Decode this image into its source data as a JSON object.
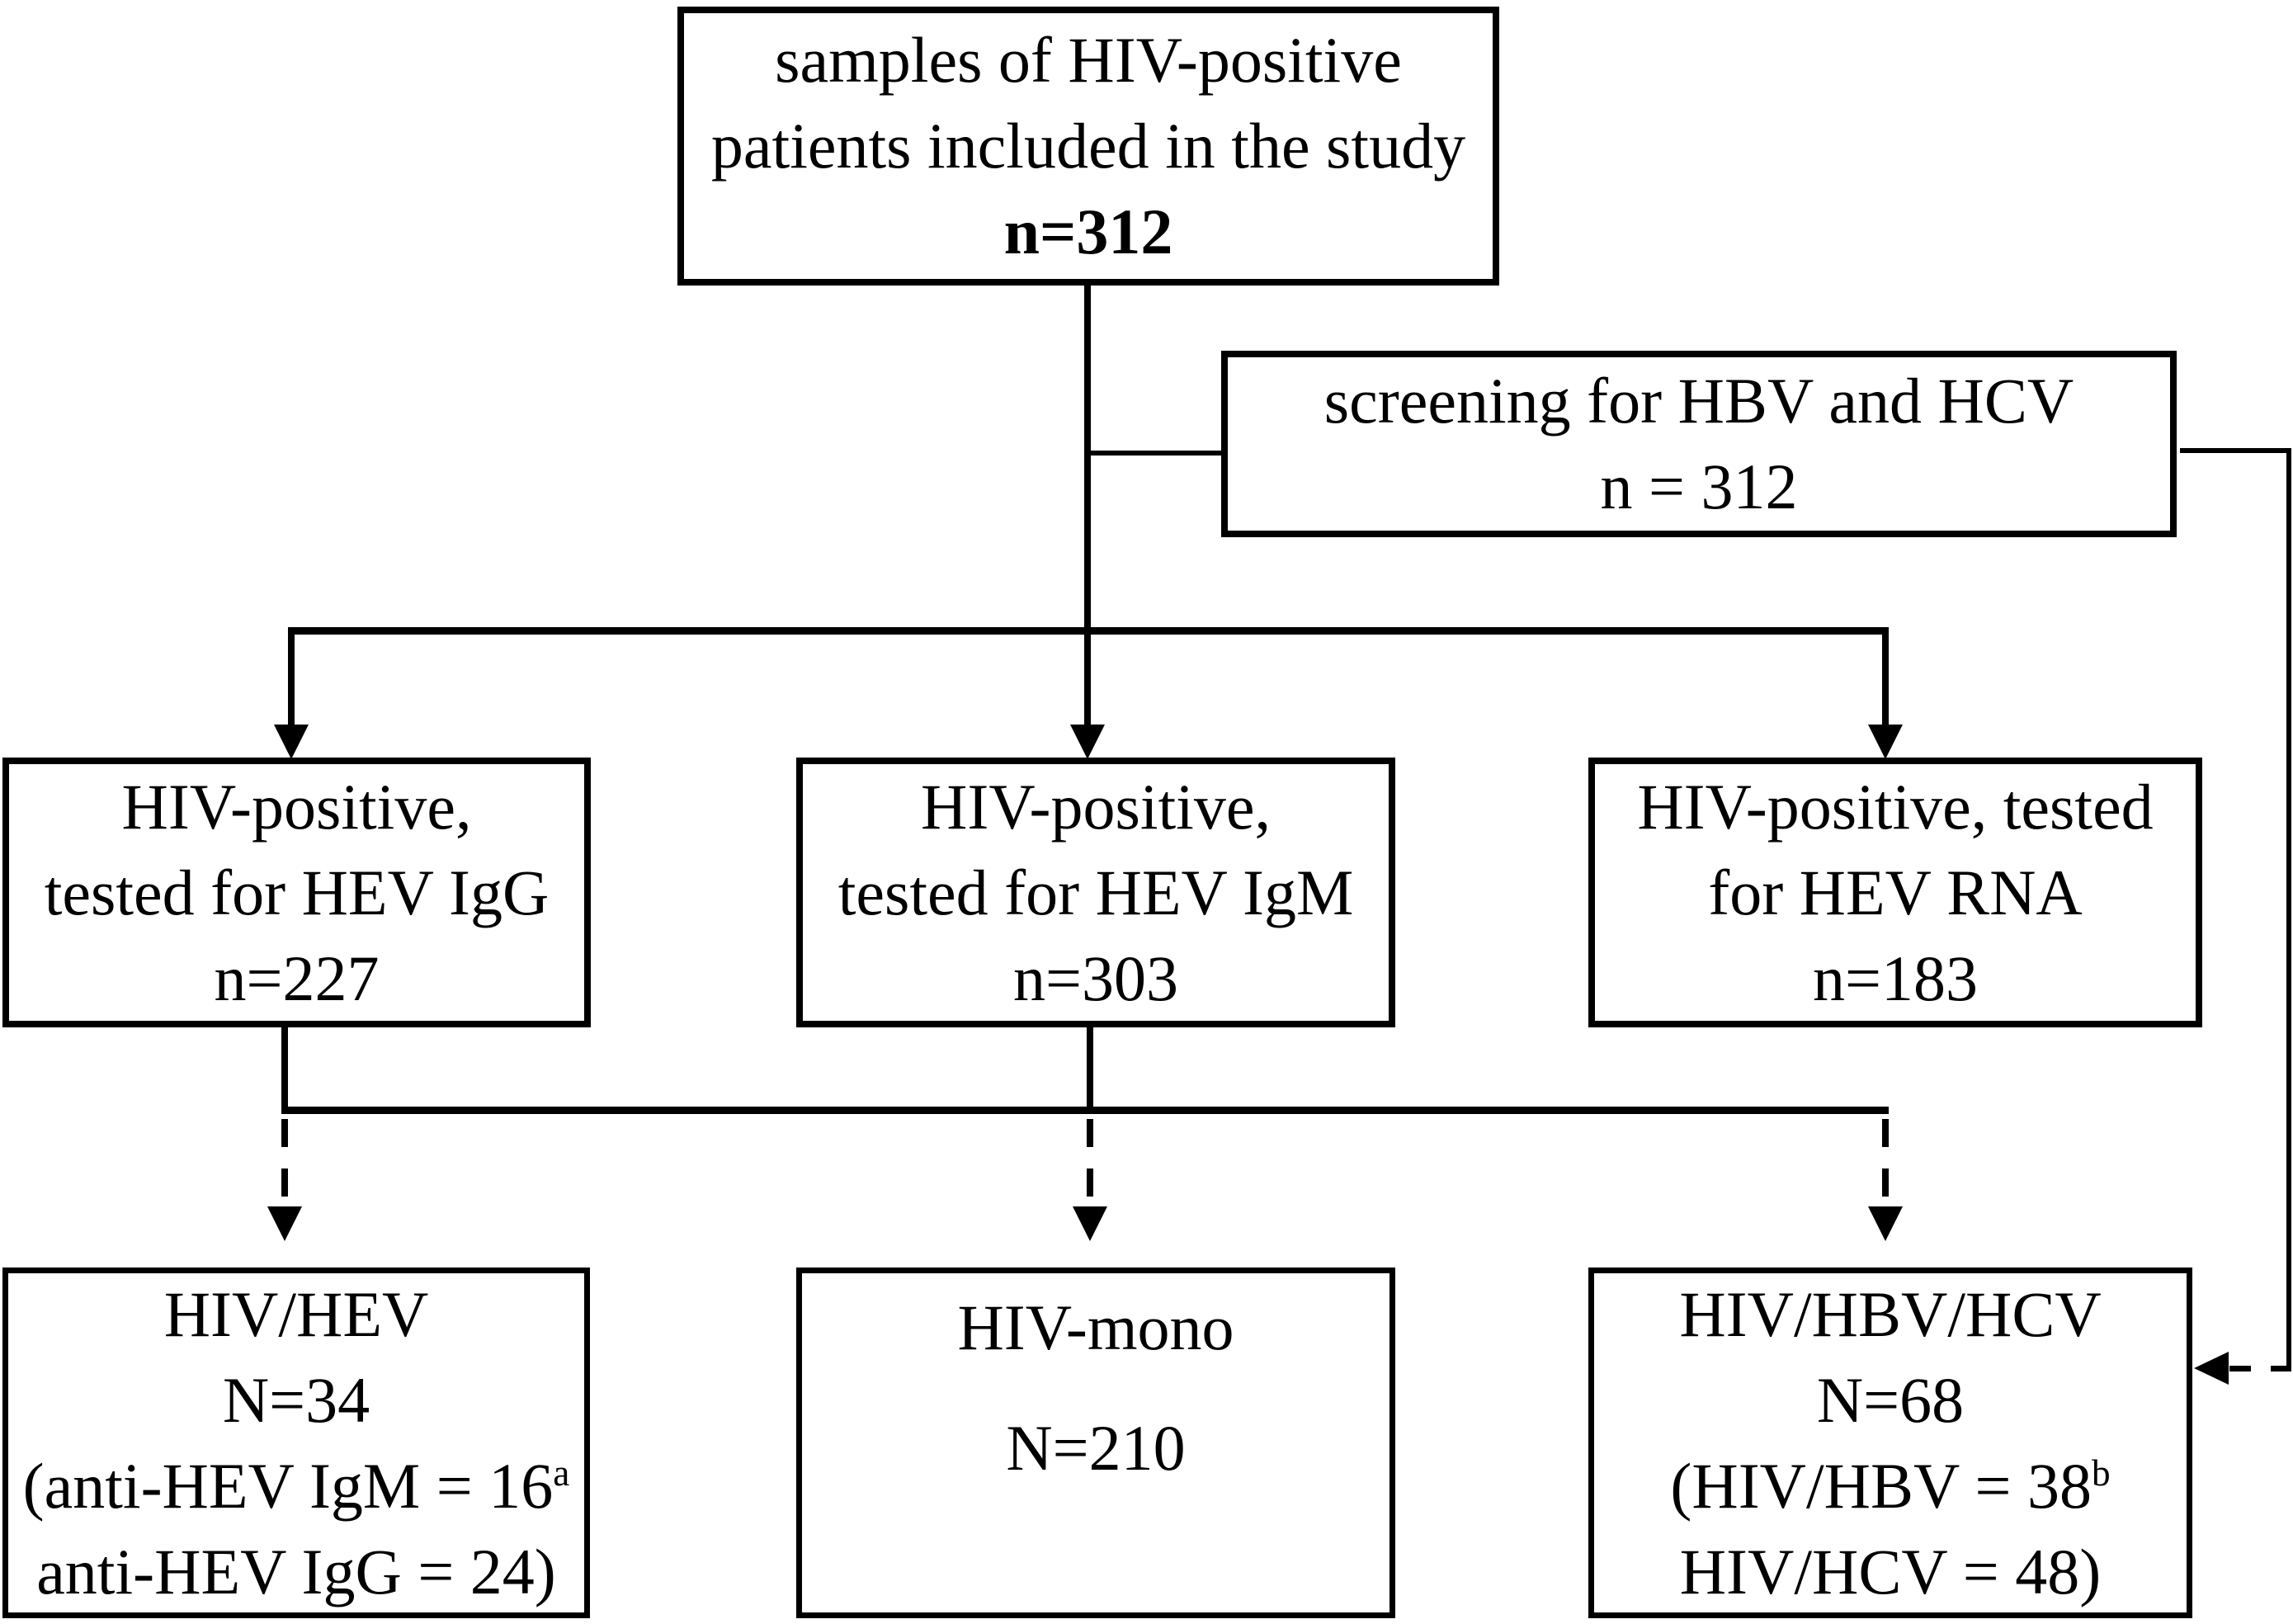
{
  "colors": {
    "line": "#000000",
    "background": "#ffffff",
    "text": "#000000"
  },
  "boxes": {
    "top": {
      "line1": "samples of HIV-positive",
      "line2": "patients included in the study",
      "n_value": "n=312"
    },
    "screening": {
      "line1": "screening for HBV and HCV",
      "n_value": "n = 312"
    },
    "mid_left": {
      "line1": "HIV-positive,",
      "line2": "tested for HEV IgG",
      "n_value": "n=227"
    },
    "mid_center": {
      "line1": "HIV-positive,",
      "line2": "tested for HEV IgM",
      "n_value": "n=303"
    },
    "mid_right": {
      "line1": "HIV-positive, tested",
      "line2": "for HEV RNA",
      "n_value": "n=183"
    },
    "bottom_left": {
      "line1": "HIV/HEV",
      "n_value": "N=34",
      "line3": "(anti-HEV IgM = 16",
      "line3_sup": "a",
      "line4": "anti-HEV IgG = 24)"
    },
    "bottom_center": {
      "line1": "HIV-mono",
      "n_value": "N=210"
    },
    "bottom_right": {
      "line1": "HIV/HBV/HCV",
      "n_value": "N=68",
      "line3": "(HIV/HBV = 38",
      "line3_sup": "b",
      "line4": "HIV/HCV = 48)"
    }
  }
}
